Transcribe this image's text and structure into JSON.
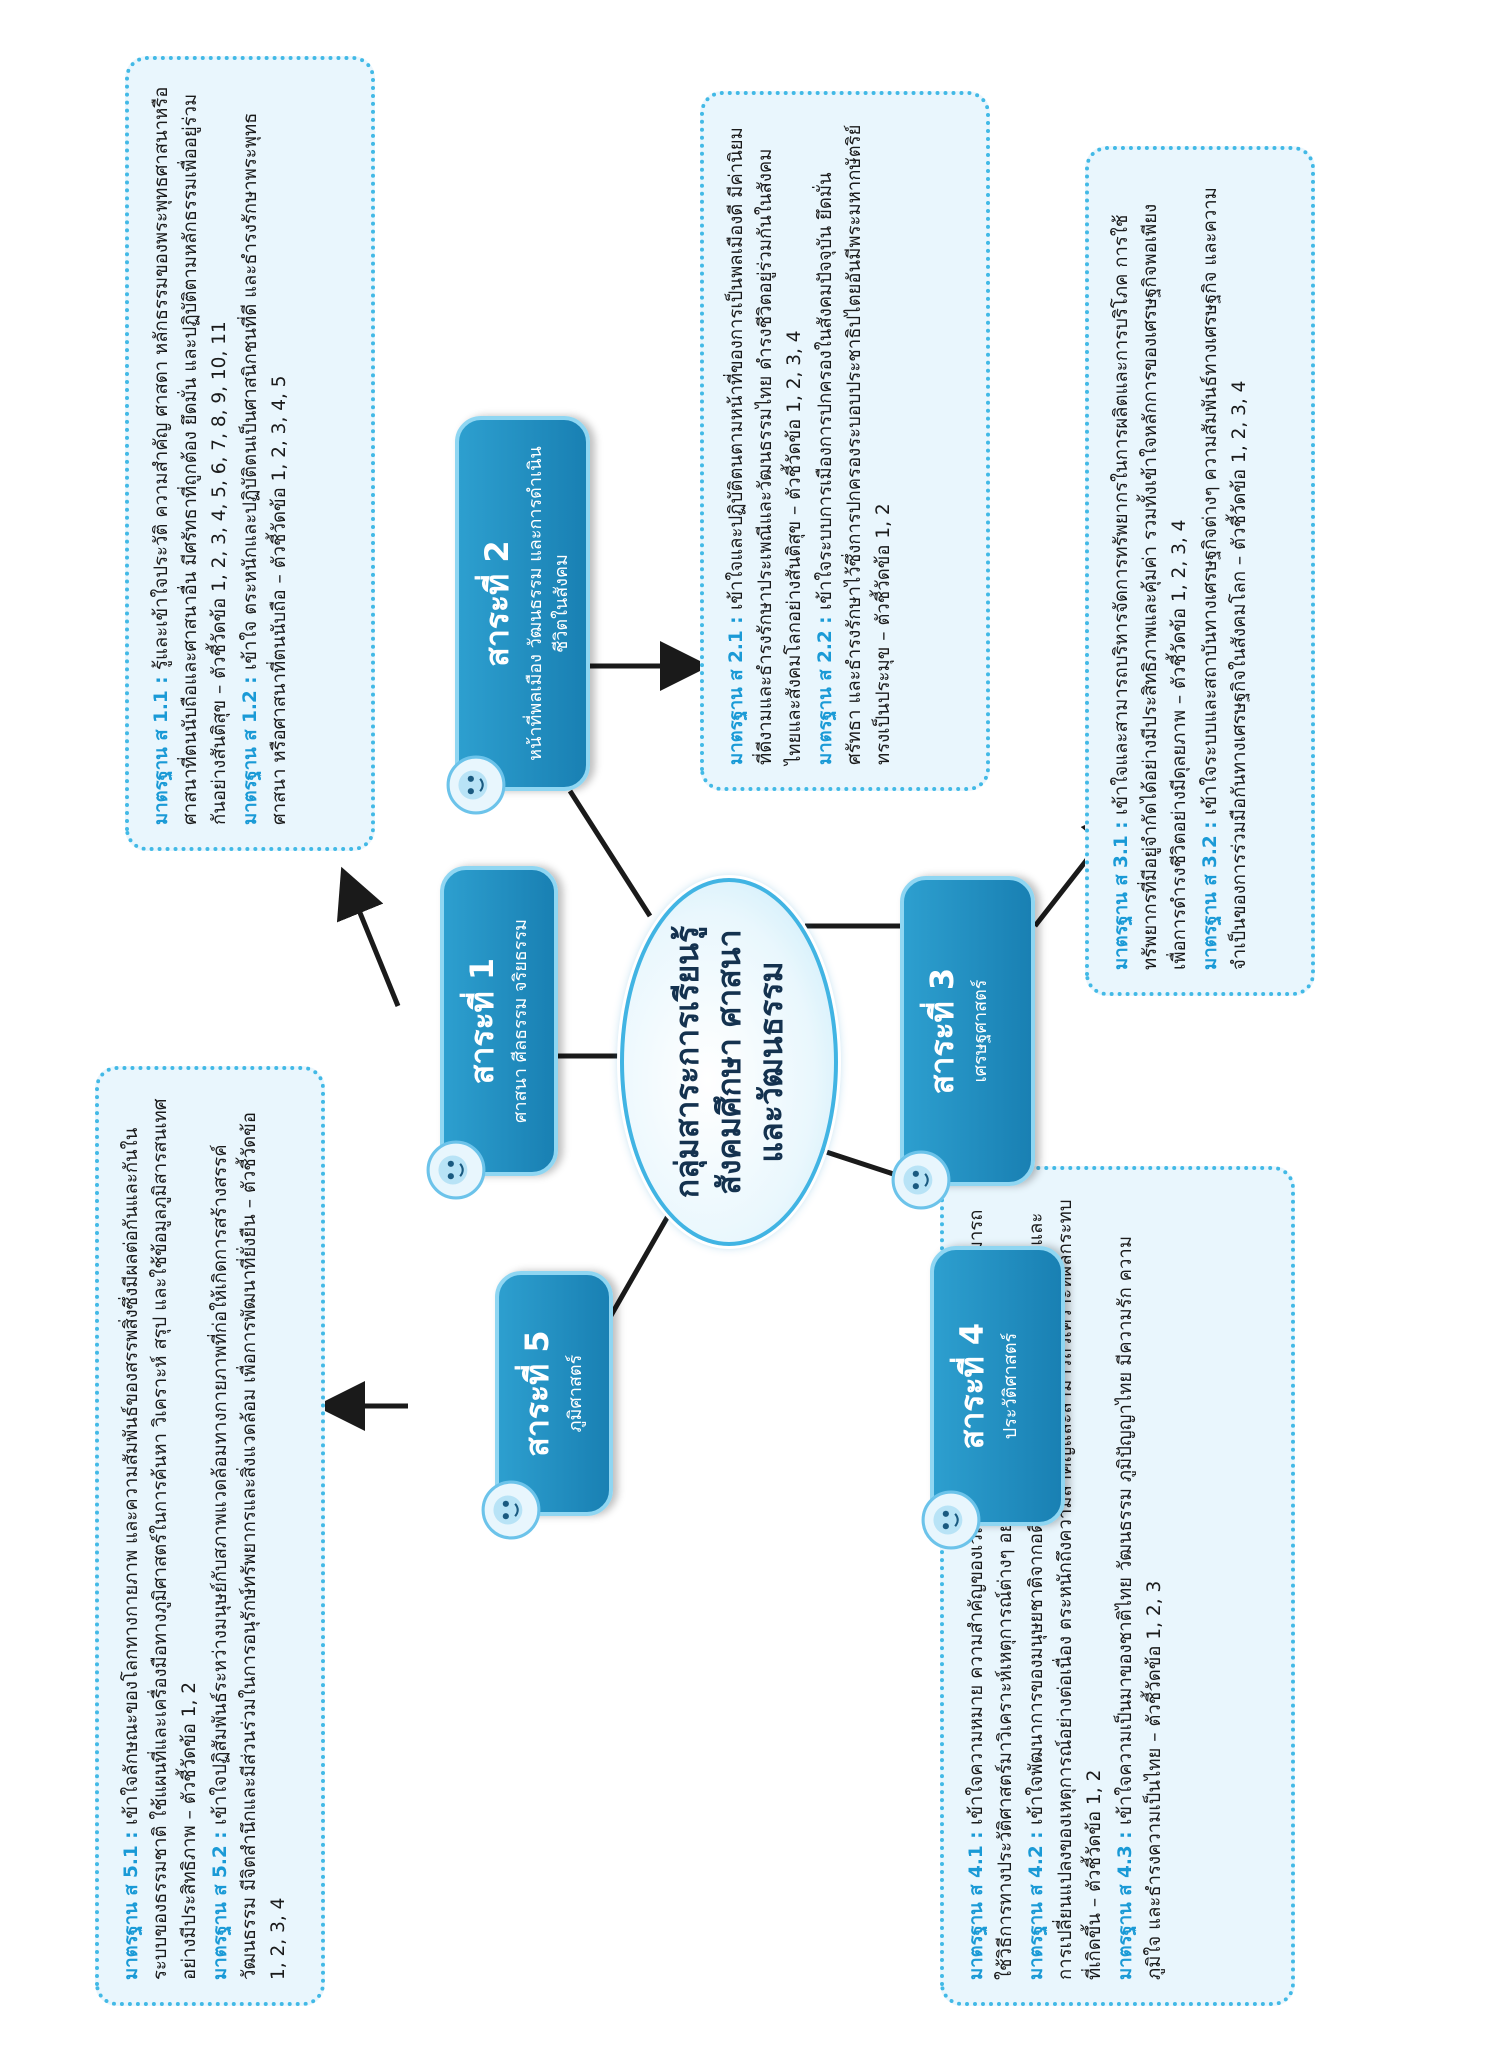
{
  "center": {
    "lines": [
      "กลุ่มสาระการเรียนรู้",
      "สังคมศึกษา ศาสนา",
      "และวัฒนธรรม"
    ]
  },
  "strands": [
    {
      "title": "สาระที่ 1",
      "subtitle": "ศาสนา ศีลธรรม จริยธรรม"
    },
    {
      "title": "สาระที่ 2",
      "subtitle": "หน้าที่พลเมือง วัฒนธรรม และการดำเนินชีวิตในสังคม"
    },
    {
      "title": "สาระที่ 3",
      "subtitle": "เศรษฐศาสตร์"
    },
    {
      "title": "สาระที่ 4",
      "subtitle": "ประวัติศาสตร์"
    },
    {
      "title": "สาระที่ 5",
      "subtitle": "ภูมิศาสตร์"
    }
  ],
  "standards": {
    "s1": [
      {
        "label": "มาตรฐาน ส 1.1",
        "text": "รู้และเข้าใจประวัติ ความสำคัญ ศาสดา หลักธรรมของพระพุทธศาสนาหรือศาสนาที่ตนนับถือและศาสนาอื่น มีศรัทธาที่ถูกต้อง ยึดมั่น และปฏิบัติตามหลักธรรมเพื่ออยู่ร่วมกันอย่างสันติสุข – ตัวชี้วัดข้อ 1, 2, 3, 4, 5, 6, 7, 8, 9, 10, 11"
      },
      {
        "label": "มาตรฐาน ส 1.2",
        "text": "เข้าใจ ตระหนักและปฏิบัติตนเป็นศาสนิกชนที่ดี และธำรงรักษาพระพุทธศาสนา หรือศาสนาที่ตนนับถือ – ตัวชี้วัดข้อ 1, 2, 3, 4, 5"
      }
    ],
    "s2": [
      {
        "label": "มาตรฐาน ส 2.1",
        "text": "เข้าใจและปฏิบัติตนตามหน้าที่ของการเป็นพลเมืองดี มีค่านิยมที่ดีงามและธำรงรักษาประเพณีและวัฒนธรรมไทย ดำรงชีวิตอยู่ร่วมกันในสังคมไทยและสังคมโลกอย่างสันติสุข – ตัวชี้วัดข้อ 1, 2, 3, 4"
      },
      {
        "label": "มาตรฐาน ส 2.2",
        "text": "เข้าใจระบบการเมืองการปกครองในสังคมปัจจุบัน ยึดมั่น ศรัทธา และธำรงรักษาไว้ซึ่งการปกครองระบอบประชาธิปไตยอันมีพระมหากษัตริย์ทรงเป็นประมุข – ตัวชี้วัดข้อ 1, 2"
      }
    ],
    "s3": [
      {
        "label": "มาตรฐาน ส 3.1",
        "text": "เข้าใจและสามารถบริหารจัดการทรัพยากรในการผลิตและการบริโภค การใช้ทรัพยากรที่มีอยู่จำกัดได้อย่างมีประสิทธิภาพและคุ้มค่า รวมทั้งเข้าใจหลักการของเศรษฐกิจพอเพียง เพื่อการดำรงชีวิตอย่างมีดุลยภาพ – ตัวชี้วัดข้อ 1, 2, 3, 4"
      },
      {
        "label": "มาตรฐาน ส 3.2",
        "text": "เข้าใจระบบและสถาบันทางเศรษฐกิจต่างๆ ความสัมพันธ์ทางเศรษฐกิจ และความจำเป็นของการร่วมมือกันทางเศรษฐกิจในสังคมโลก – ตัวชี้วัดข้อ 1, 2, 3, 4"
      }
    ],
    "s4": [
      {
        "label": "มาตรฐาน ส 4.1",
        "text": "เข้าใจความหมาย ความสำคัญของเวลาและยุคสมัยทางประวัติศาสตร์ สามารถใช้วิธีการทางประวัติศาสตร์มาวิเคราะห์เหตุการณ์ต่างๆ อย่างเป็นระบบ – ตัวชี้วัดข้อ 1, 2, 3"
      },
      {
        "label": "มาตรฐาน ส 4.2",
        "text": "เข้าใจพัฒนาการของมนุษยชาติจากอดีตจนถึงปัจจุบันในด้านความสัมพันธ์และการเปลี่ยนแปลงของเหตุการณ์อย่างต่อเนื่อง ตระหนักถึงความสำคัญและสามารถวิเคราะห์ผลกระทบที่เกิดขึ้น – ตัวชี้วัดข้อ 1, 2"
      },
      {
        "label": "มาตรฐาน ส 4.3",
        "text": "เข้าใจความเป็นมาของชาติไทย วัฒนธรรม ภูมิปัญญาไทย มีความรัก ความภูมิใจ และธำรงความเป็นไทย – ตัวชี้วัดข้อ 1, 2, 3"
      }
    ],
    "s5": [
      {
        "label": "มาตรฐาน ส 5.1",
        "text": "เข้าใจลักษณะของโลกทางกายภาพ และความสัมพันธ์ของสรรพสิ่งซึ่งมีผลต่อกันและกันในระบบของธรรมชาติ ใช้แผนที่และเครื่องมือทางภูมิศาสตร์ในการค้นหา วิเคราะห์ สรุป และใช้ข้อมูลภูมิสารสนเทศอย่างมีประสิทธิภาพ – ตัวชี้วัดข้อ 1, 2"
      },
      {
        "label": "มาตรฐาน ส 5.2",
        "text": "เข้าใจปฏิสัมพันธ์ระหว่างมนุษย์กับสภาพแวดล้อมทางกายภาพที่ก่อให้เกิดการสร้างสรรค์วัฒนธรรม มีจิตสำนึกและมีส่วนร่วมในการอนุรักษ์ทรัพยากรและสิ่งแวดล้อม เพื่อการพัฒนาที่ยั่งยืน – ตัวชี้วัดข้อ 1, 2, 3, 4"
      }
    ]
  },
  "separator": " : "
}
